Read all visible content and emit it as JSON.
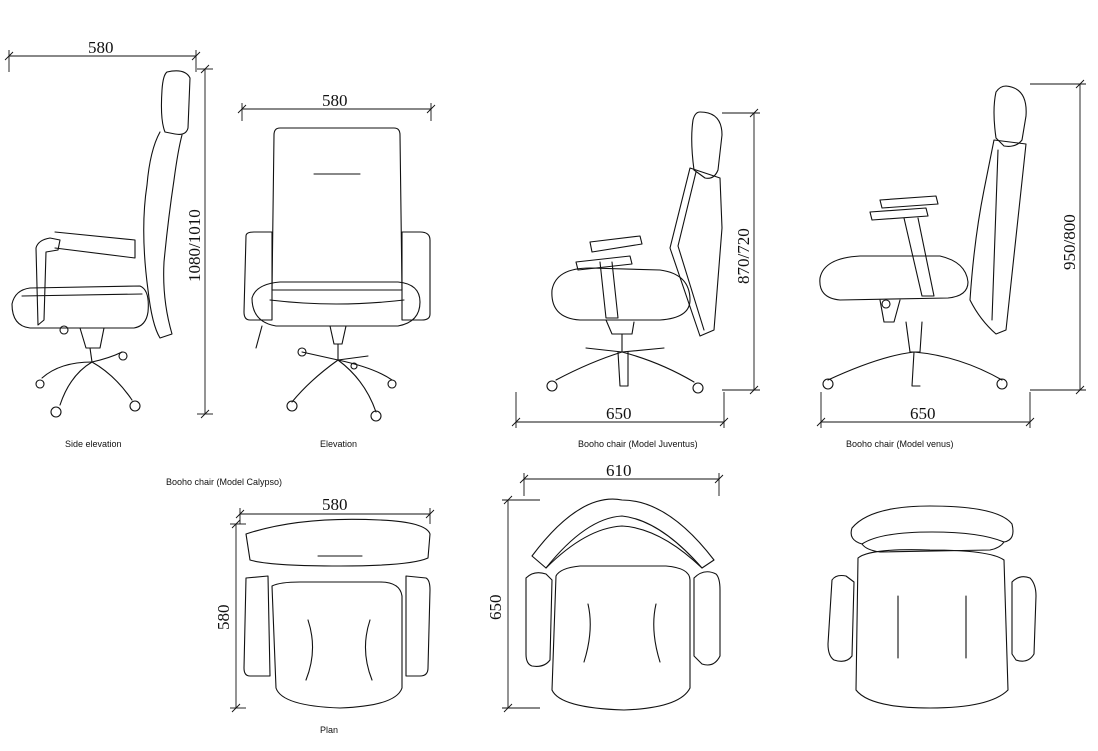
{
  "dimensions": {
    "calypso_side_width": "580",
    "calypso_side_height": "1080/1010",
    "calypso_front_width": "580",
    "juventus_height": "870/720",
    "juventus_width": "650",
    "venus_height": "950/800",
    "venus_width": "650",
    "plan_calypso_width": "580",
    "plan_calypso_depth": "580",
    "plan_juventus_width": "610",
    "plan_juventus_depth": "650"
  },
  "captions": {
    "side_elevation": "Side elevation",
    "elevation": "Elevation",
    "juventus": "Booho chair (Model Juventus)",
    "venus": "Booho chair (Model venus)",
    "calypso": "Booho chair (Model Calypso)",
    "plan": "Plan"
  }
}
